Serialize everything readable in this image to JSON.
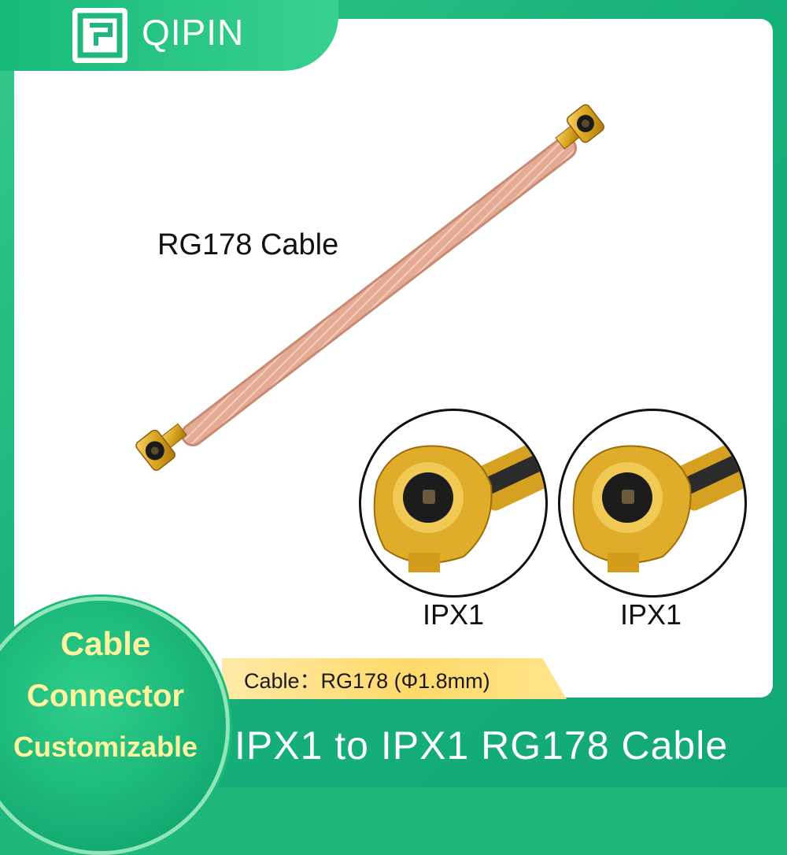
{
  "brand": {
    "name": "QIPIN",
    "logo_icon": "qipin-logo-icon",
    "colors": {
      "brand_green": "#1fb87c",
      "badge_text": "#fff3a0",
      "spec_bar": "#ffd96a"
    }
  },
  "product": {
    "cable_label": "RG178 Cable",
    "connector_left_label": "IPX1",
    "connector_right_label": "IPX1",
    "spec": "Cable：RG178 (Φ1.8mm)",
    "title": "IPX1 to IPX1 RG178  Cable"
  },
  "badge": {
    "line1": "Cable",
    "line2": "Connector",
    "line3": "Customizable"
  },
  "icons": {
    "cable": "coaxial-cable-image",
    "connector_detail": "ipx-connector-closeup-image"
  }
}
